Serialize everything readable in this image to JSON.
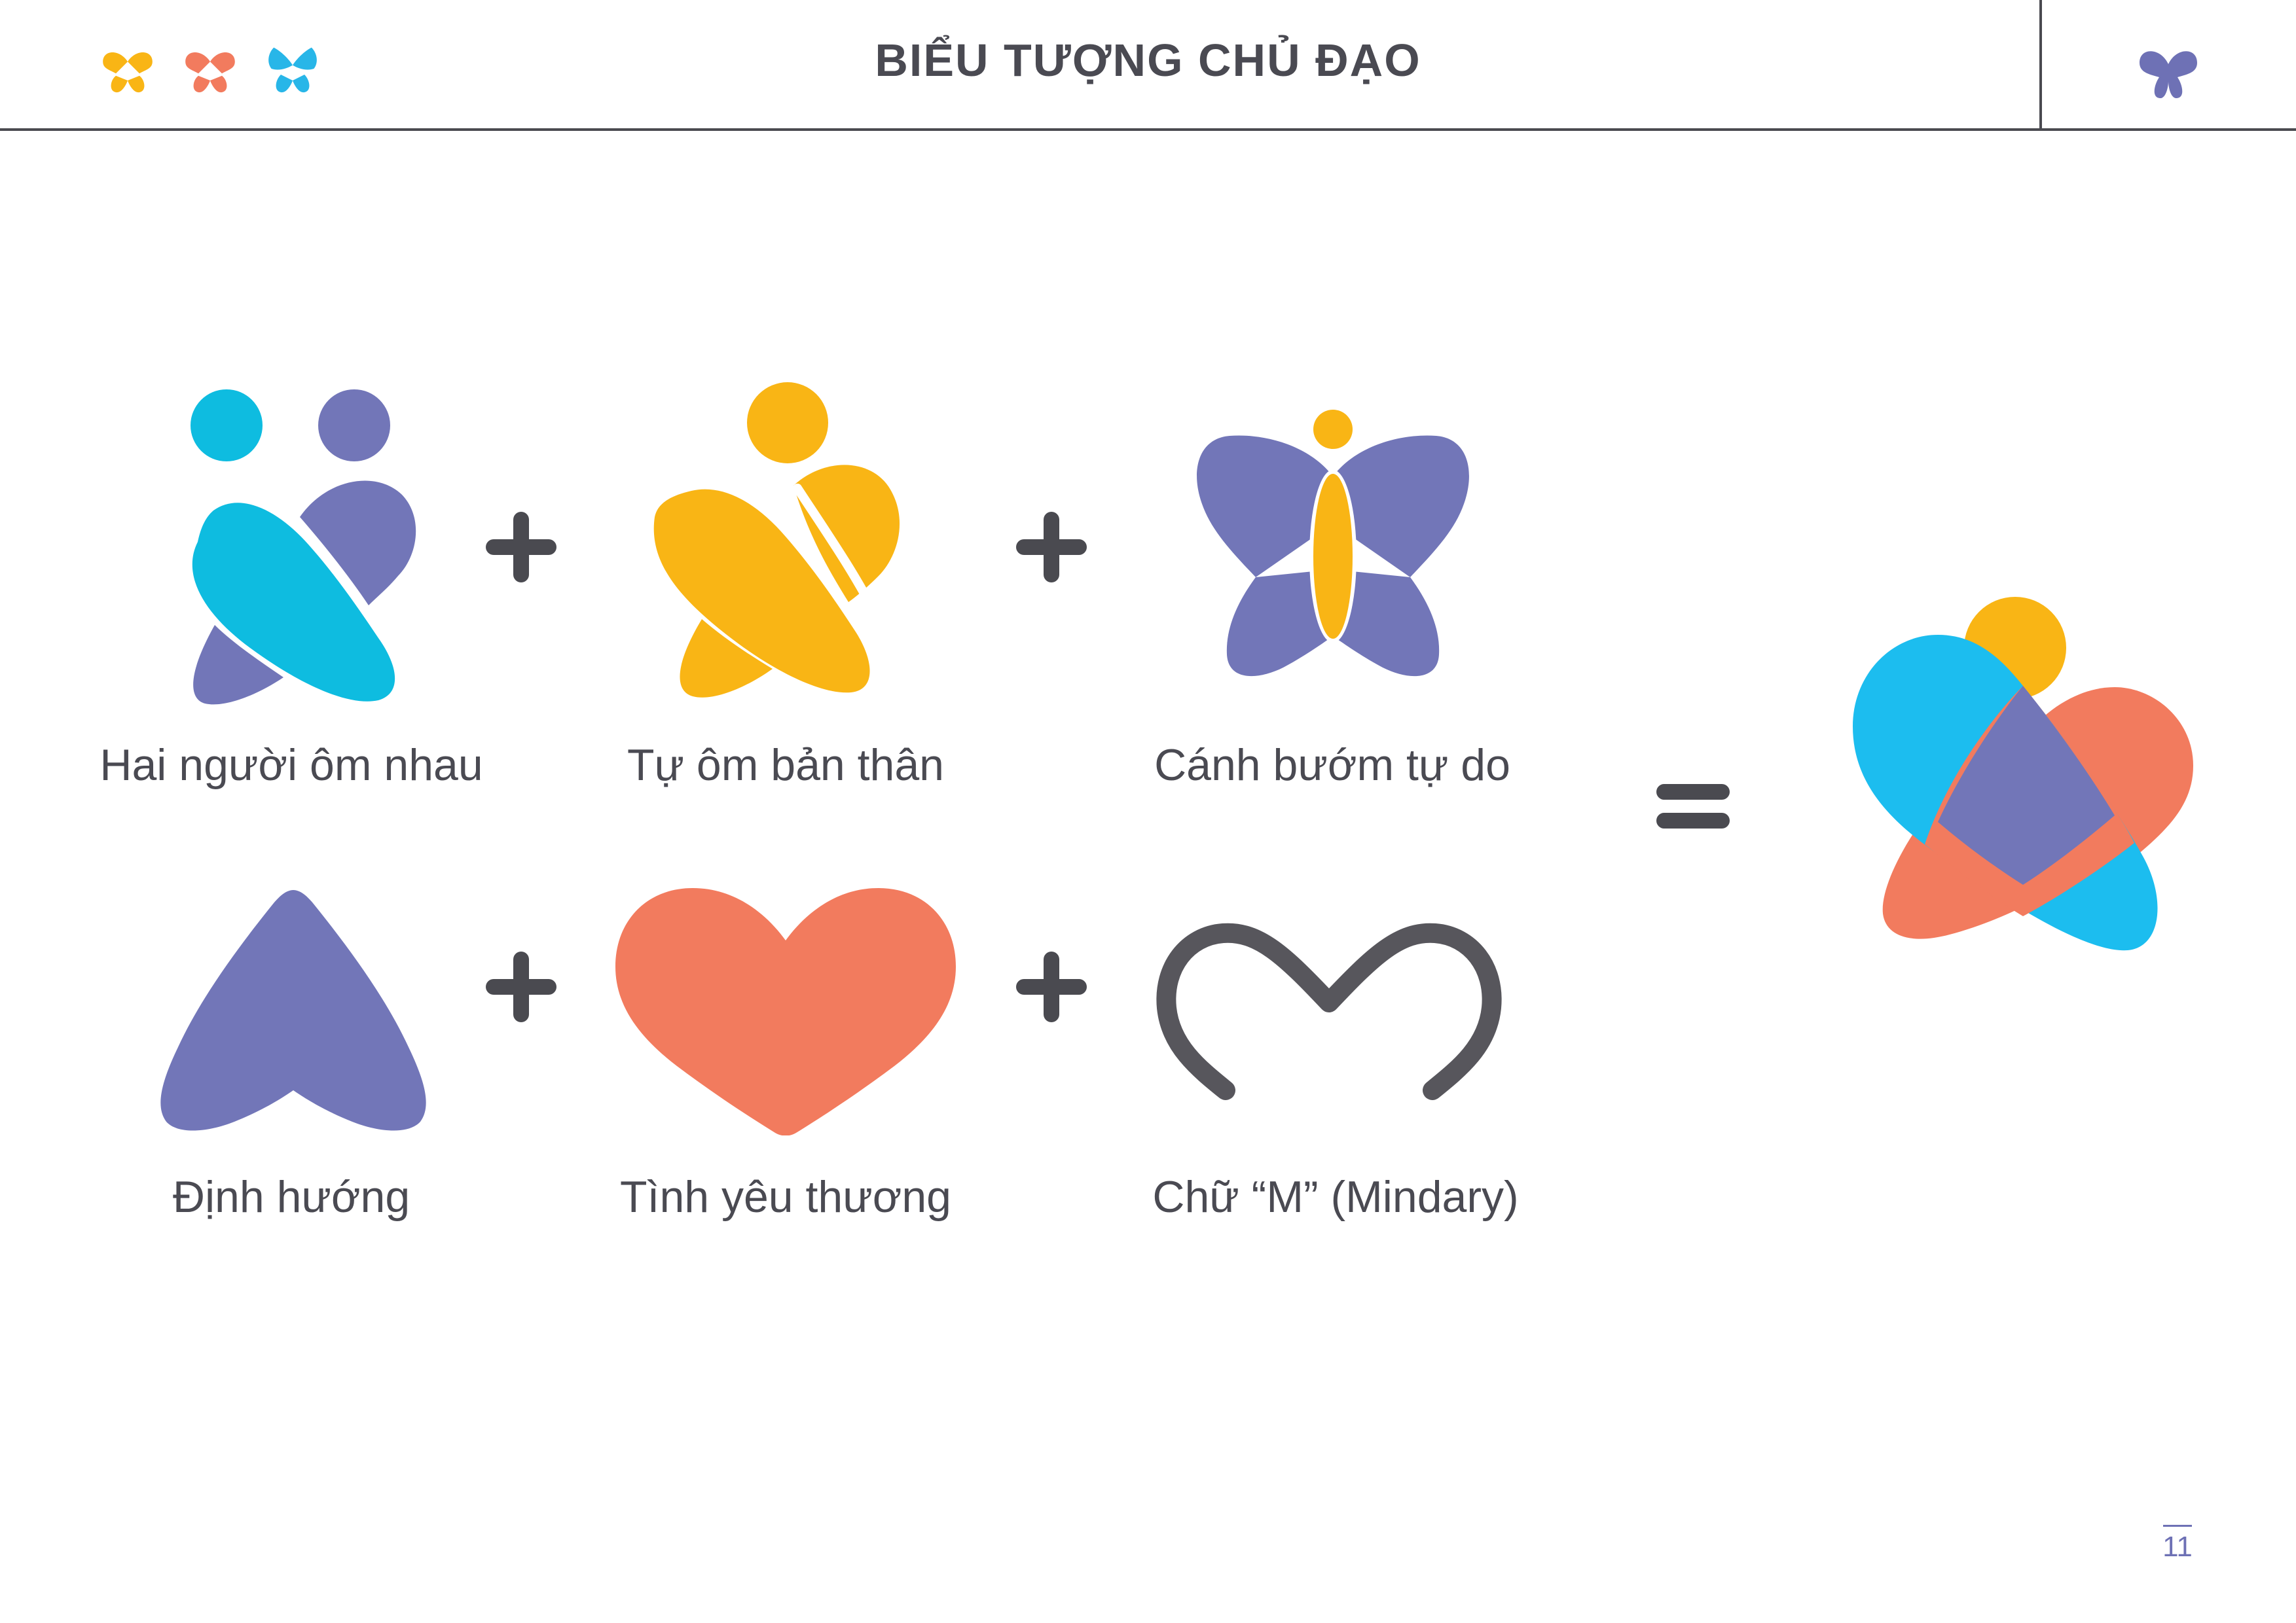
{
  "header": {
    "title": "BIỂU TƯỢNG CHỦ ĐẠO",
    "mini_logos": [
      {
        "icon": "mini-butterfly-icon",
        "color": "#F9B515"
      },
      {
        "icon": "mini-butterfly-icon",
        "color": "#F27B5E"
      },
      {
        "icon": "mini-butterfly-icon",
        "color": "#28B6E8"
      }
    ],
    "corner_logo": {
      "icon": "butterfly-logo-icon",
      "color": "#6E71B5"
    }
  },
  "colors": {
    "cyan": "#0EBCE0",
    "purple": "#7276B8",
    "yellow": "#F9B515",
    "coral": "#F27B5E",
    "dark": "#4A4A50",
    "final_blue": "#1CBDEF"
  },
  "symbols": [
    {
      "label": "Hai người ôm nhau",
      "icon": "two-people-hug-icon"
    },
    {
      "label": "Tự ôm bản thân",
      "icon": "self-hug-icon"
    },
    {
      "label": "Cánh bướm tự do",
      "icon": "free-butterfly-icon"
    },
    {
      "label": "Định hướng",
      "icon": "direction-arrow-icon"
    },
    {
      "label": "Tình yêu thương",
      "icon": "heart-icon"
    },
    {
      "label": "Chữ “M” (Mindary)",
      "icon": "letter-m-icon"
    }
  ],
  "operators": {
    "plus": "plus-icon",
    "equals": "equals-icon"
  },
  "result": {
    "icon": "mindary-logo-icon"
  },
  "page_number": "11"
}
